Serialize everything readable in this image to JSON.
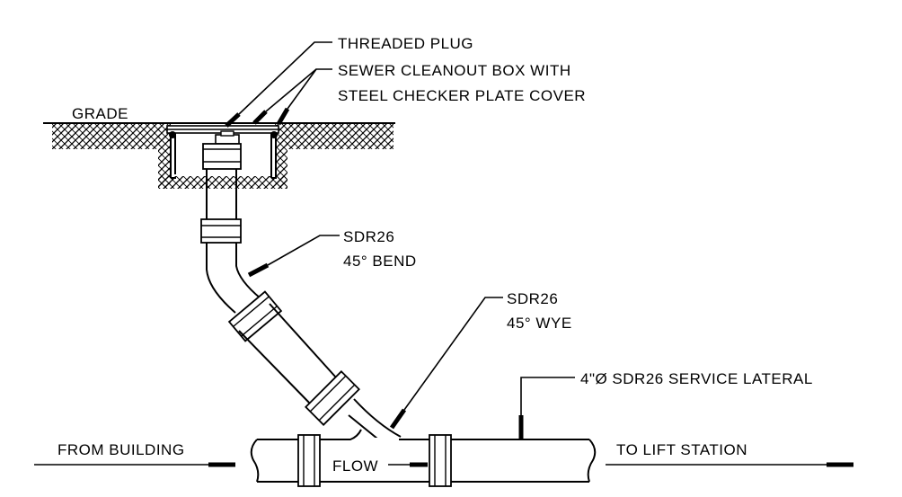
{
  "labels": {
    "threaded_plug": "THREADED PLUG",
    "cleanout_box_line1": "SEWER CLEANOUT BOX WITH",
    "cleanout_box_line2": "STEEL CHECKER PLATE COVER",
    "grade": "GRADE",
    "bend_line1": "SDR26",
    "bend_line2": "45° BEND",
    "wye_line1": "SDR26",
    "wye_line2": "45° WYE",
    "service_lateral": "4\"Ø SDR26 SERVICE LATERAL",
    "from_building": "FROM BUILDING",
    "to_lift_station": "TO LIFT STATION",
    "flow": "FLOW"
  }
}
